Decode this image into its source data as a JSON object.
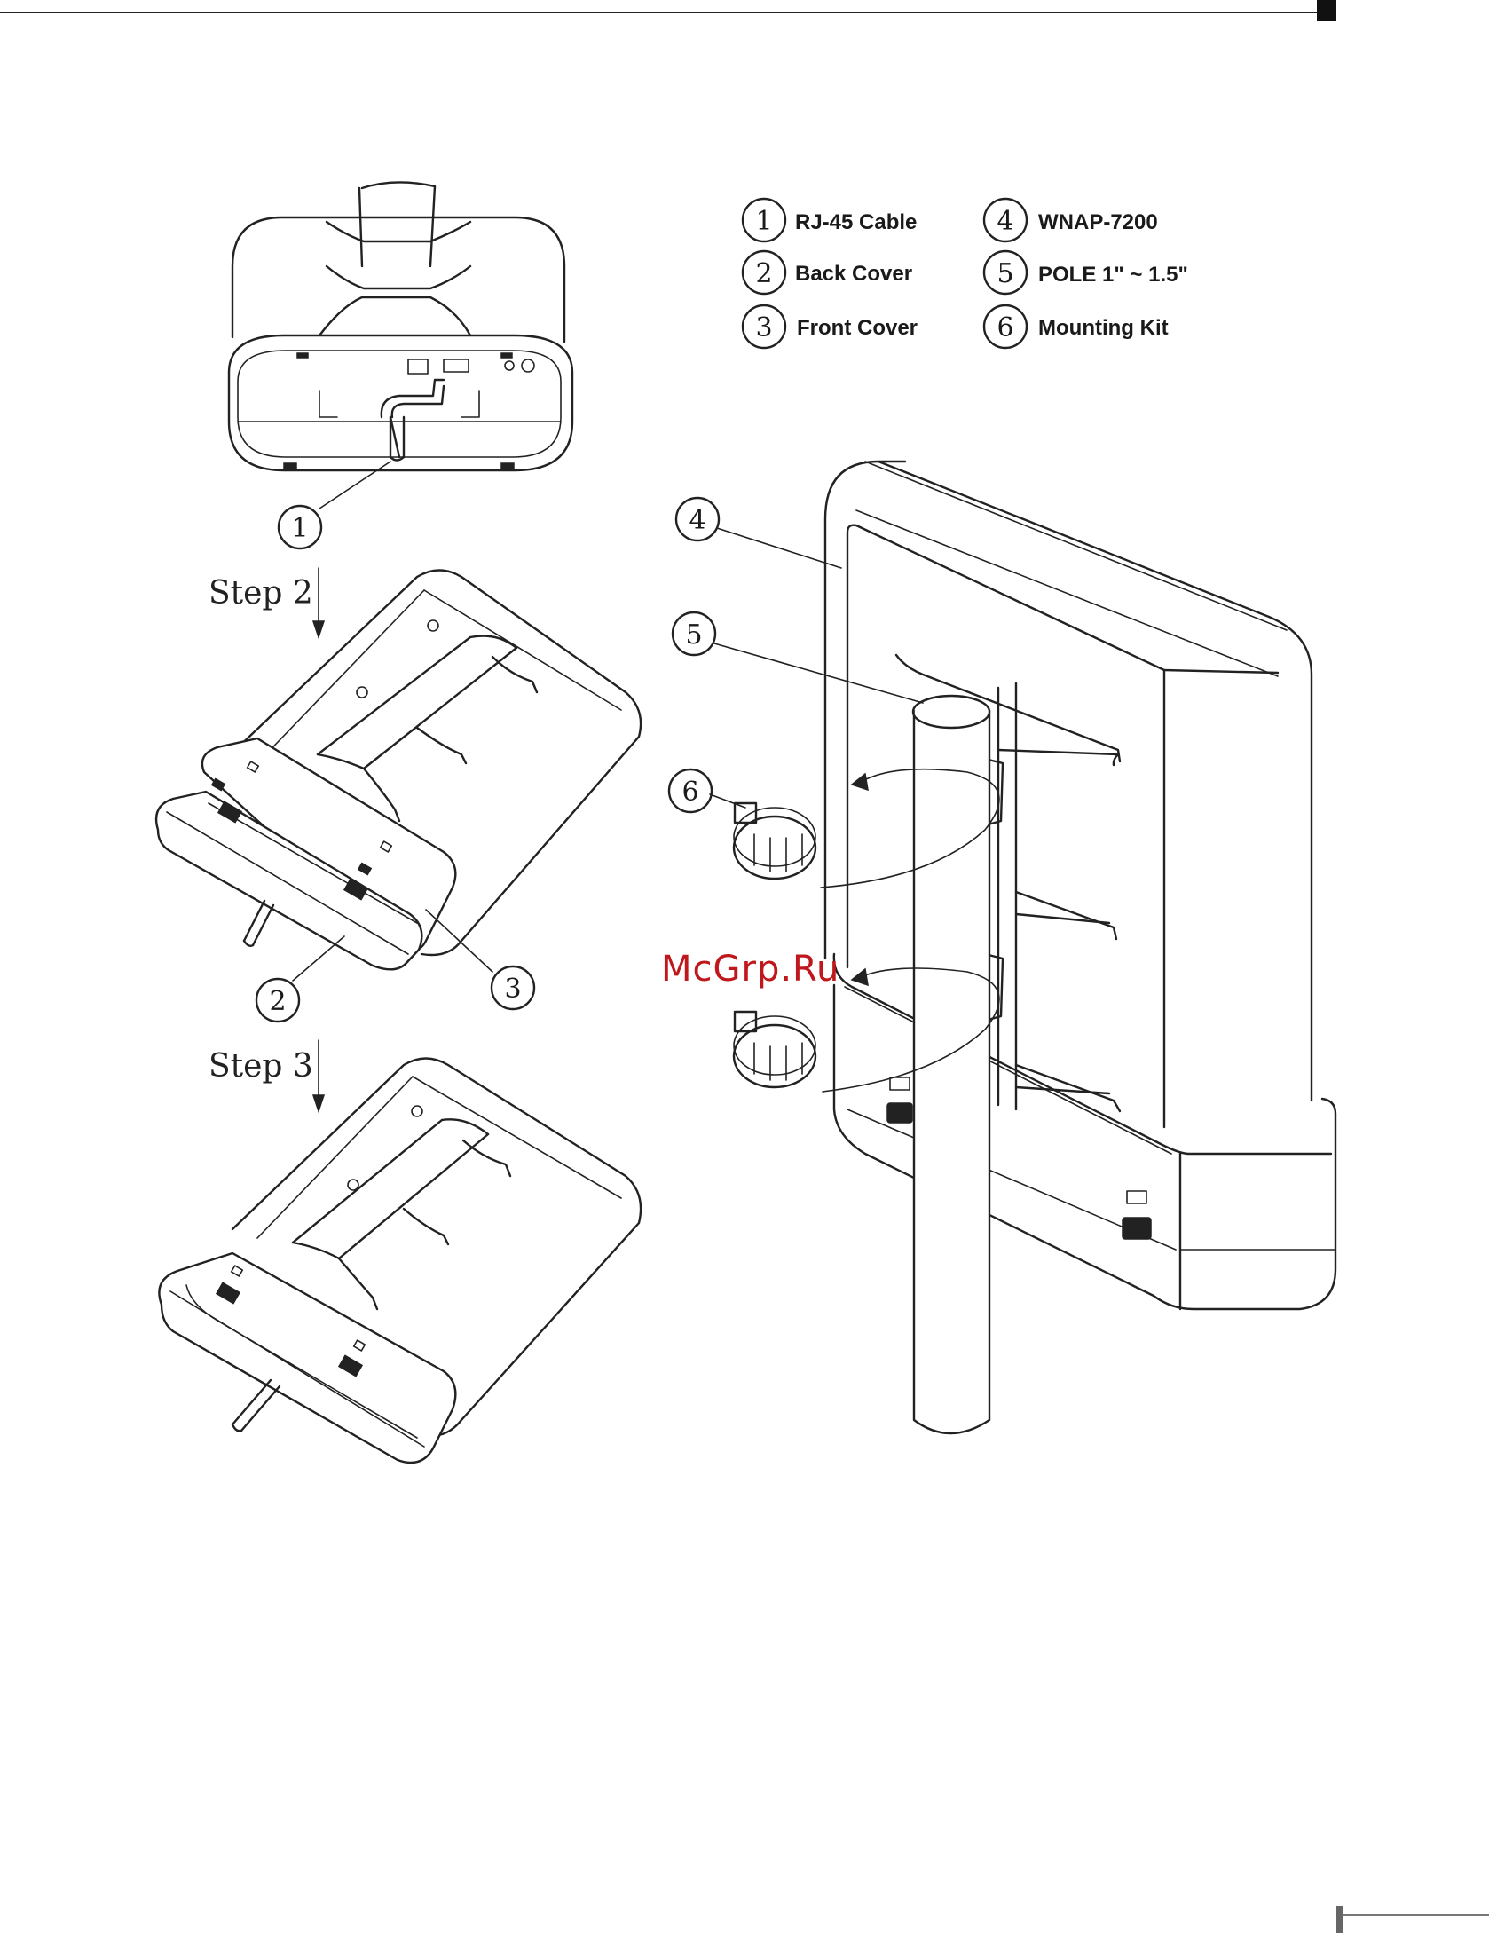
{
  "legend": {
    "items": [
      {
        "num": "1",
        "label": "RJ-45 Cable"
      },
      {
        "num": "2",
        "label": "Back Cover"
      },
      {
        "num": "3",
        "label": "Front Cover"
      },
      {
        "num": "4",
        "label": "WNAP-7200"
      },
      {
        "num": "5",
        "label": "POLE 1\" ~ 1.5\""
      },
      {
        "num": "6",
        "label": "Mounting Kit"
      }
    ]
  },
  "steps": {
    "step2": "Step 2",
    "step3": "Step 3"
  },
  "callouts": {
    "c1": "1",
    "c2": "2",
    "c3": "3",
    "c4": "4",
    "c5": "5",
    "c6": "6"
  },
  "watermark": "McGrp.Ru"
}
